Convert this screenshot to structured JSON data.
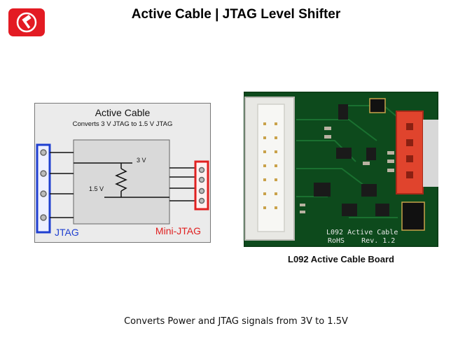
{
  "header": {
    "title": "Active Cable | JTAG Level Shifter",
    "logo_icon": "hammer-icon",
    "logo_color": "#e31b23"
  },
  "diagram": {
    "heading": "Active Cable",
    "subheading": "Converts 3 V JTAG to 1.5 V JTAG",
    "label_3v": "3 V",
    "label_15v": "1.5 V",
    "left_connector_label": "JTAG",
    "right_connector_label": "Mini-JTAG",
    "left_color": "#1f3fd0",
    "right_color": "#e02020"
  },
  "board": {
    "silk_line1": "L092 Active Cable",
    "silk_line2": "RoHS    Rev. 1.2",
    "caption": "L092 Active Cable Board"
  },
  "footer": {
    "text": "Converts Power and JTAG signals from 3V to 1.5V"
  }
}
